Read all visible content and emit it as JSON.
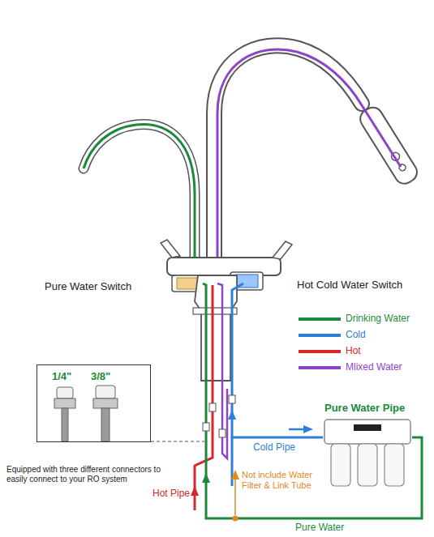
{
  "diagram": {
    "nodes": [
      {
        "text": [
          "1/4\"",
          "3/8\""
        ]
      },
      {
        "text": [
          "Pure Water Pipe"
        ]
      }
    ],
    "labels": [
      "Pure Water Switch",
      "Hot Cold Water Switch",
      "Equipped with three different connectors to easily connect to your RO system",
      "Cold Pipe",
      "Not include Water Filter & Link Tube",
      "Hot Pipe",
      "Pure Water"
    ],
    "legend": [
      {
        "text": "Drinking Water",
        "color": "#1a8a3a"
      },
      {
        "text": "Cold",
        "color": "#2f7fd6"
      },
      {
        "text": "Hot",
        "color": "#d62828"
      },
      {
        "text": "Mlixed Water",
        "color": "#8e44c9"
      }
    ]
  }
}
